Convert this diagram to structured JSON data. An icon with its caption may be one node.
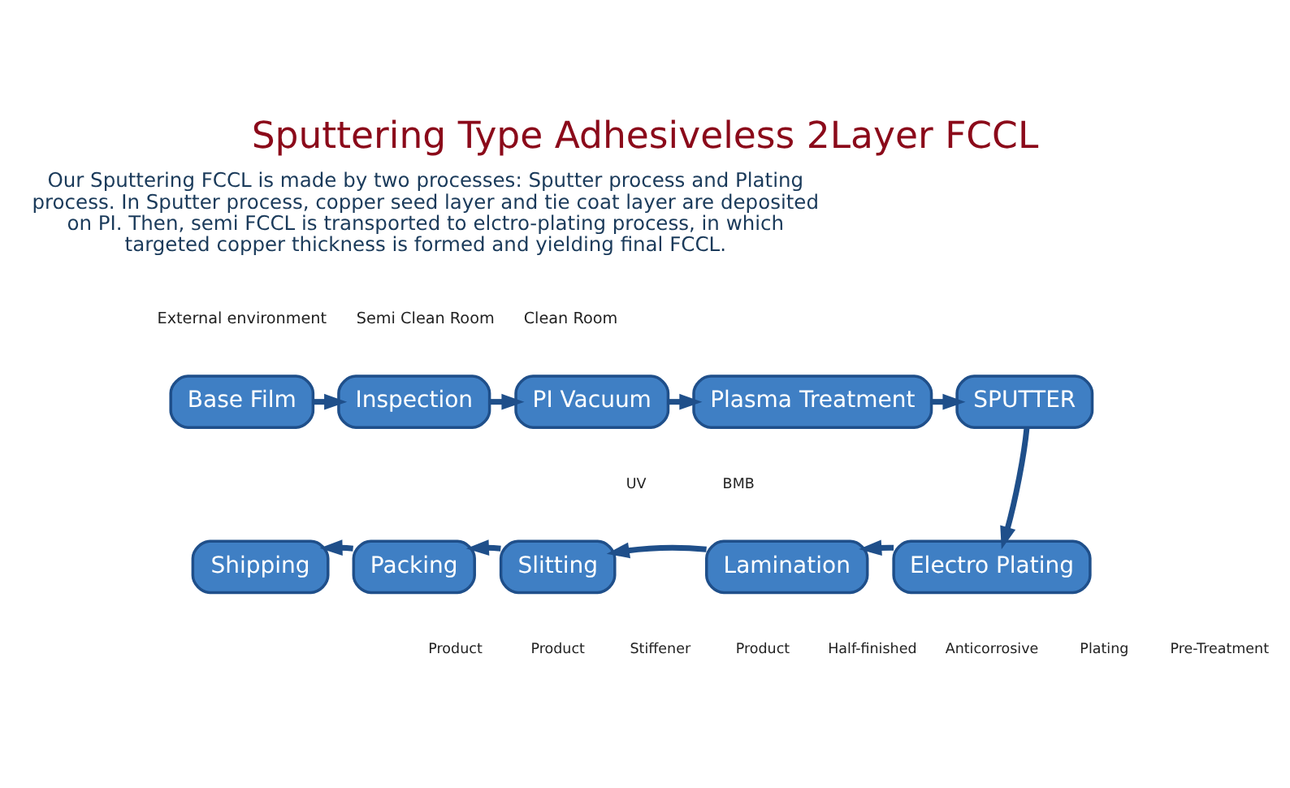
{
  "diagram": {
    "title": "Sputtering Type Adhesiveless 2Layer FCCL",
    "nodes": [
      {
        "text": [
          "Base Film"
        ]
      },
      {
        "text": [
          "Inspection"
        ]
      },
      {
        "text": [
          "PI Vacuum"
        ]
      },
      {
        "text": [
          "Plasma Treatment"
        ]
      },
      {
        "text": [
          "SPUTTER"
        ]
      },
      {
        "text": [
          "Electro Plating"
        ]
      },
      {
        "text": [
          "Lamination"
        ]
      },
      {
        "text": [
          "Slitting"
        ]
      },
      {
        "text": [
          "Packing"
        ]
      },
      {
        "text": [
          "Shipping"
        ]
      }
    ],
    "edges": [
      {
        "from": 0,
        "to": 1,
        "arrow": "to"
      },
      {
        "from": 1,
        "to": 2,
        "arrow": "to"
      },
      {
        "from": 2,
        "to": 3,
        "arrow": "to"
      },
      {
        "from": 3,
        "to": 4,
        "arrow": "to"
      },
      {
        "from": 4,
        "to": 5,
        "arrow": "to"
      },
      {
        "from": 5,
        "to": 6,
        "arrow": "to"
      },
      {
        "from": 6,
        "to": 7,
        "arrow": "to"
      },
      {
        "from": 7,
        "to": 8,
        "arrow": "to"
      },
      {
        "from": 8,
        "to": 9,
        "arrow": "to"
      }
    ],
    "labels": [
      "Our Sputtering FCCL is made by two processes: Sputter process and Plating process. In Sputter process, copper seed layer and tie coat layer are deposited on PI. Then, semi FCCL is transported to elctro-plating process, in which targeted copper thickness is formed and yielding final FCCL.",
      "External environment",
      "Semi Clean Room",
      "Clean Room",
      "UV",
      "BMB",
      "Product",
      "Product",
      "Stiffener",
      "Product",
      "Half-finished",
      "Anticorrosive",
      "Plating",
      "Pre-Treatment"
    ]
  }
}
